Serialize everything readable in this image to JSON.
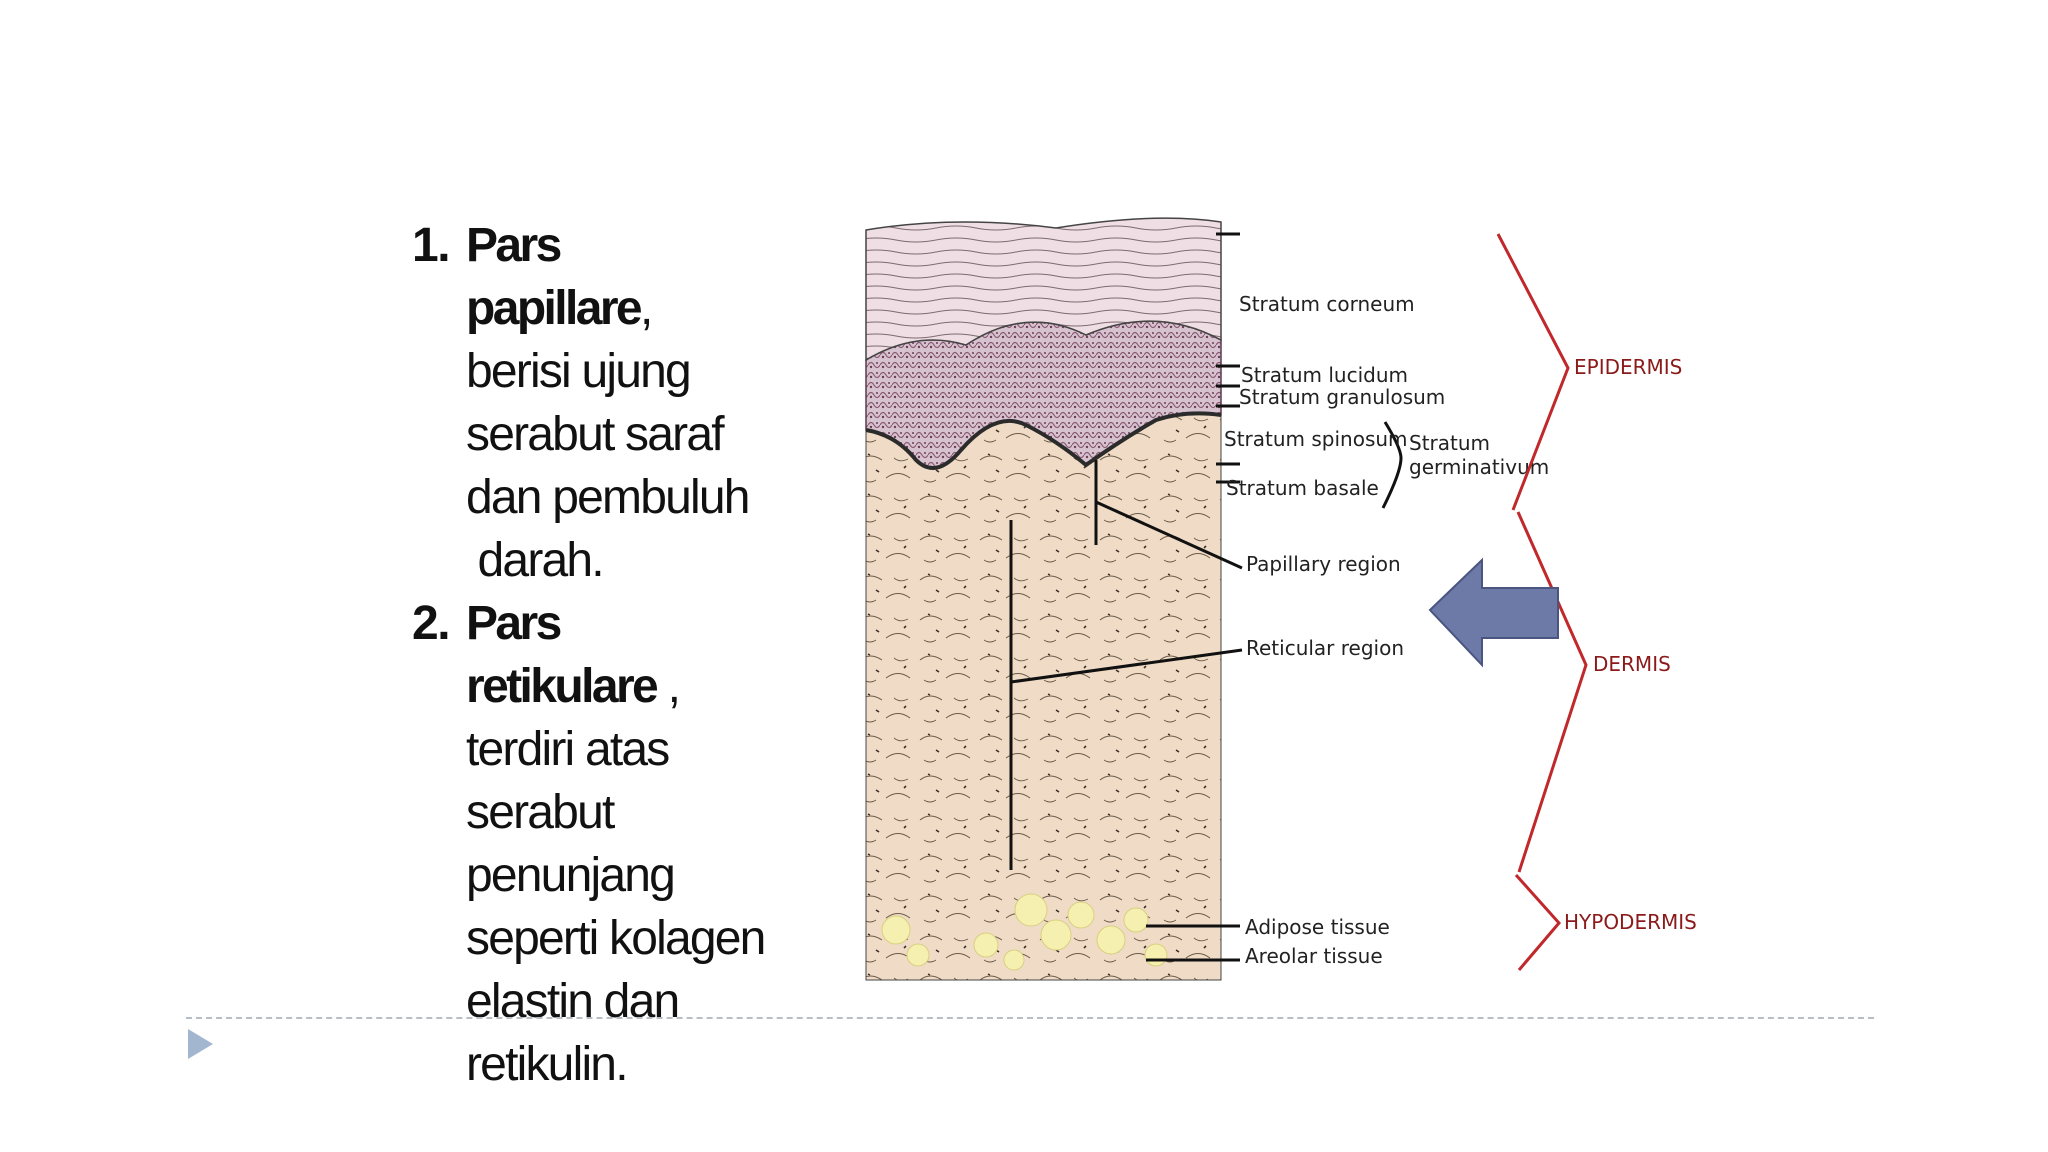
{
  "list": [
    {
      "num": "1.",
      "title_lines": [
        "Pars",
        "papillare"
      ],
      "punct": ",",
      "lines": [
        "berisi ujung",
        "serabut saraf",
        "dan pembuluh",
        " darah."
      ]
    },
    {
      "num": "2.",
      "title_lines": [
        "Pars",
        "retikulare"
      ],
      "punct": " ,",
      "lines": [
        "terdiri atas",
        "serabut",
        "penunjang",
        "seperti kolagen",
        "elastin dan",
        "retikulin."
      ]
    }
  ],
  "diagram": {
    "labels": {
      "stratum_corneum": "Stratum corneum",
      "stratum_lucidum": "Stratum lucidum",
      "stratum_granulosum": "Stratum granulosum",
      "stratum_spinosum": "Stratum spinosum",
      "stratum_basale": "Stratum basale",
      "stratum_germinativum_1": "Stratum",
      "stratum_germinativum_2": "germinativum",
      "papillary_region": "Papillary region",
      "reticular_region": "Reticular region",
      "adipose_tissue": "Adipose tissue",
      "areolar_tissue": "Areolar tissue"
    },
    "zones": {
      "epidermis": "EPIDERMIS",
      "dermis": "DERMIS",
      "hypodermis": "HYPODERMIS"
    }
  },
  "colors": {
    "zone_bracket": "#c0282b",
    "arrow_fill": "#6d7aa8",
    "dermis_tissue": "#f0dcc6",
    "epidermis_cells": "#b896a4",
    "corneum": "#efdee3",
    "fat": "#f6f0b0"
  }
}
